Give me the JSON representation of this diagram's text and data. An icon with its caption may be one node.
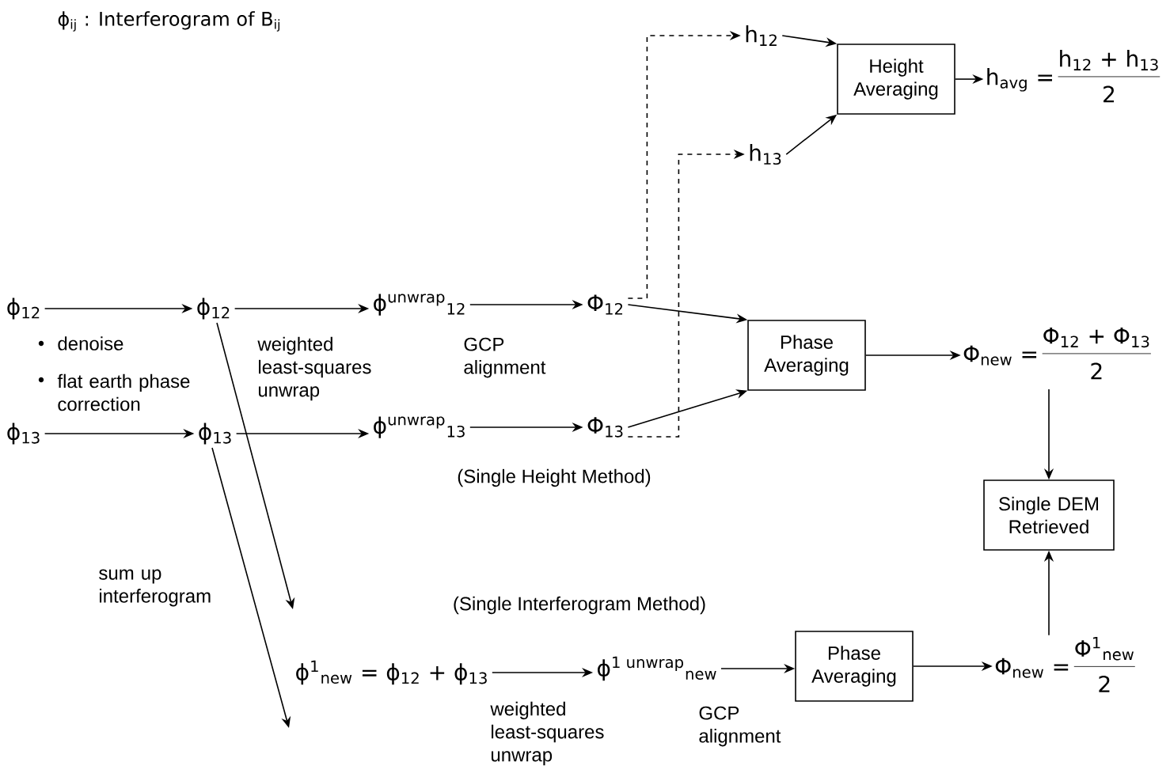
{
  "diagram": {
    "nodes": [
      {
        "text": [
          "ϕ$_{12}$"
        ]
      },
      {
        "text": [
          "ϕ$_{13}$"
        ]
      },
      {
        "text": [
          "ϕ$_{12}$"
        ]
      },
      {
        "text": [
          "ϕ$_{13}$"
        ]
      },
      {
        "text": [
          "ϕ$^{unwrap}$$_{12}$"
        ]
      },
      {
        "text": [
          "ϕ$^{unwrap}$$_{13}$"
        ]
      },
      {
        "text": [
          "Φ$_{12}$"
        ]
      },
      {
        "text": [
          "Φ$_{13}$"
        ]
      },
      {
        "text": [
          "Phase Averaging"
        ]
      },
      {
        "text": [
          "Φ$_{new}$ =",
          "Φ$_{12}$ + Φ$_{13}$",
          "2"
        ]
      },
      {
        "text": [
          "h$_{12}$"
        ]
      },
      {
        "text": [
          "h$_{13}$"
        ]
      },
      {
        "text": [
          "Height Averaging"
        ]
      },
      {
        "text": [
          "h$_{avg}$ =",
          "h$_{12}$ + h$_{13}$",
          "2"
        ]
      },
      {
        "text": [
          "Single DEM Retrieved"
        ]
      },
      {
        "text": [
          "ϕ$^{1}$$_{new}$ = ϕ$_{12}$ + ϕ$_{13}$"
        ]
      },
      {
        "text": [
          "ϕ$^{1 unwrap}$$_{new}$"
        ]
      },
      {
        "text": [
          "Phase Averaging"
        ]
      },
      {
        "text": [
          "Φ$_{new}$ =",
          "Φ$^{1}$$_{new}$",
          "2"
        ]
      }
    ],
    "edges": [
      {
        "from": 0,
        "to": 2,
        "arrow": "to"
      },
      {
        "from": 1,
        "to": 3,
        "arrow": "to"
      },
      {
        "from": 2,
        "to": 4,
        "arrow": "to"
      },
      {
        "from": 3,
        "to": 5,
        "arrow": "to"
      },
      {
        "from": 4,
        "to": 6,
        "arrow": "to"
      },
      {
        "from": 5,
        "to": 7,
        "arrow": "to"
      },
      {
        "from": 6,
        "to": 8,
        "arrow": "to"
      },
      {
        "from": 7,
        "to": 8,
        "arrow": "to"
      },
      {
        "from": 6,
        "to": 10,
        "arrow": "to",
        "style": "dashed"
      },
      {
        "from": 7,
        "to": 11,
        "arrow": "to",
        "style": "dashed"
      },
      {
        "from": 10,
        "to": 12,
        "arrow": "to"
      },
      {
        "from": 11,
        "to": 12,
        "arrow": "to"
      },
      {
        "from": 12,
        "to": 13,
        "arrow": "to"
      },
      {
        "from": 8,
        "to": 9,
        "arrow": "to"
      },
      {
        "from": 9,
        "to": 14,
        "arrow": "to"
      },
      {
        "from": 2,
        "to": null,
        "arrow": "to"
      },
      {
        "from": 3,
        "to": null,
        "arrow": "to"
      },
      {
        "from": 15,
        "to": 16,
        "arrow": "to"
      },
      {
        "from": 16,
        "to": 17,
        "arrow": "to"
      },
      {
        "from": 17,
        "to": 18,
        "arrow": "to"
      },
      {
        "from": 18,
        "to": 14,
        "arrow": "to"
      }
    ],
    "labels": [
      "ϕ$_{ij}$ : Interferogram of B$_{ij}$",
      "denoise",
      "flat earth phase correction",
      "weighted least-squares unwrap",
      "GCP alignment",
      "(Single Height Method)",
      "sum up interferogram",
      "(Single Interferogram Method)",
      "weighted least-squares unwrap",
      "GCP alignment"
    ]
  }
}
